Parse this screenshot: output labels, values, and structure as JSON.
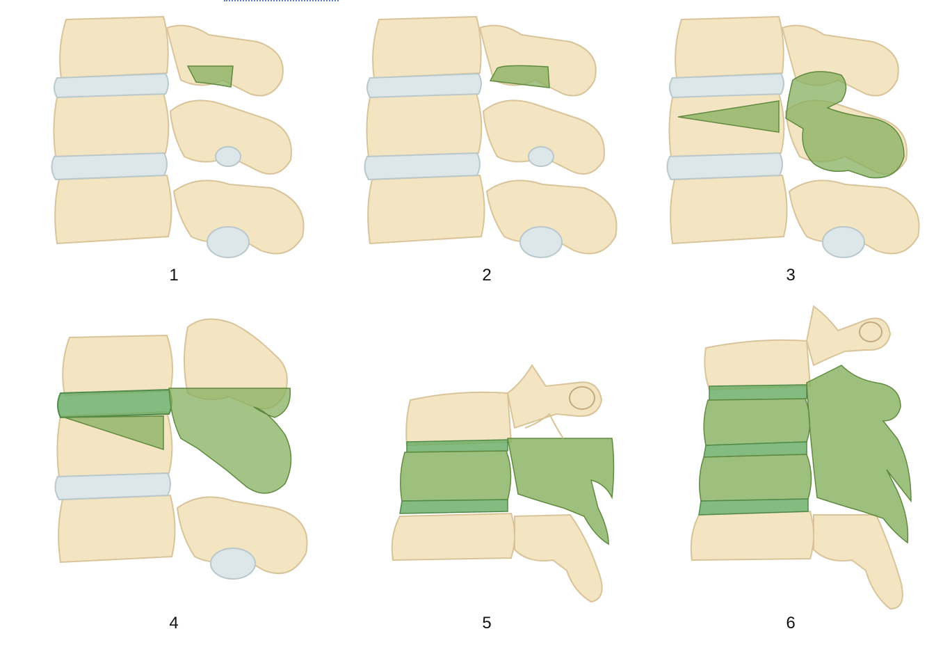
{
  "colors": {
    "bone": "#f3e4c2",
    "bone_edge": "#d9c49a",
    "bone_shade": "#e6d2a6",
    "disc": "#dde6e8",
    "disc_edge": "#b9c8cc",
    "resect": "#86b05f",
    "resect_edge": "#5f8a3e",
    "background": "#ffffff"
  },
  "panels": [
    {
      "label": "1",
      "resection": "facet-tip"
    },
    {
      "label": "2",
      "resection": "facet-wedge"
    },
    {
      "label": "3",
      "resection": "posterior-column-wedge"
    },
    {
      "label": "4",
      "resection": "disc-and-posterior-wedge"
    },
    {
      "label": "5",
      "resection": "vertebral-column-one-level"
    },
    {
      "label": "6",
      "resection": "vertebral-column-multi-level"
    }
  ]
}
